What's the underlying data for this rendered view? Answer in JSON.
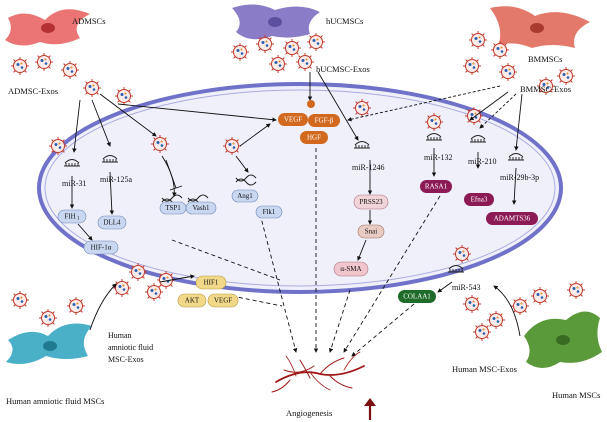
{
  "colors": {
    "cell_membrane": "#6f72c8",
    "cell_fill": "#f0f0fa",
    "orange_pill": "#d2691e",
    "maroon_pill": "#8b1a55",
    "blue_pill": "#c9d8f0",
    "yellow_pill": "#f2d98a",
    "green_pill": "#1e6b2a",
    "vessel": "#a01818"
  },
  "sources": {
    "admscs": "ADMSCs",
    "hucmscs": "hUCMSCs",
    "bmmscs": "BMMSCs",
    "amniotic": "Human amniotic fluid MSCs",
    "human_mscs": "Human MSCs"
  },
  "exos": {
    "admsc": "ADMSC-Exos",
    "hucmsc": "hUCMSC-Exos",
    "bmmsc": "BMMSC-Exos",
    "amniotic_l1": "Human",
    "amniotic_l2": "amniotic fluid",
    "amniotic_l3": "MSC-Exos",
    "human_msc": "Human MSC-Exos"
  },
  "mirnas": {
    "mir31": "miR-31",
    "mir125a": "miR-125a",
    "mir1246": "miR-1246",
    "mir132": "miR-132",
    "mir210": "miR-210",
    "mir29b": "miR-29b-3p",
    "mir543": "miR-543"
  },
  "proteins": {
    "vegf_top": "VEGF",
    "fgf": "FGF-β",
    "hgf": "HGF",
    "fih": "FIH",
    "fih_sub": "1",
    "hif1a": "HIF-1α",
    "dll4": "DLL4",
    "tsp1": "TSP1",
    "vash1": "Vash1",
    "ang1": "Ang1",
    "flk1": "Flk1",
    "prss23": "PRSS23",
    "snai": "Snai",
    "asma": "α-SMA",
    "rasa1": "RASA1",
    "efna3": "Efna3",
    "adamts36": "ADAMTS36",
    "hif1": "HIF1",
    "akt": "AKT",
    "vegf_low": "VEGF",
    "colaa1": "COLAA1"
  },
  "outcome": {
    "label": "Angiogenesis"
  }
}
